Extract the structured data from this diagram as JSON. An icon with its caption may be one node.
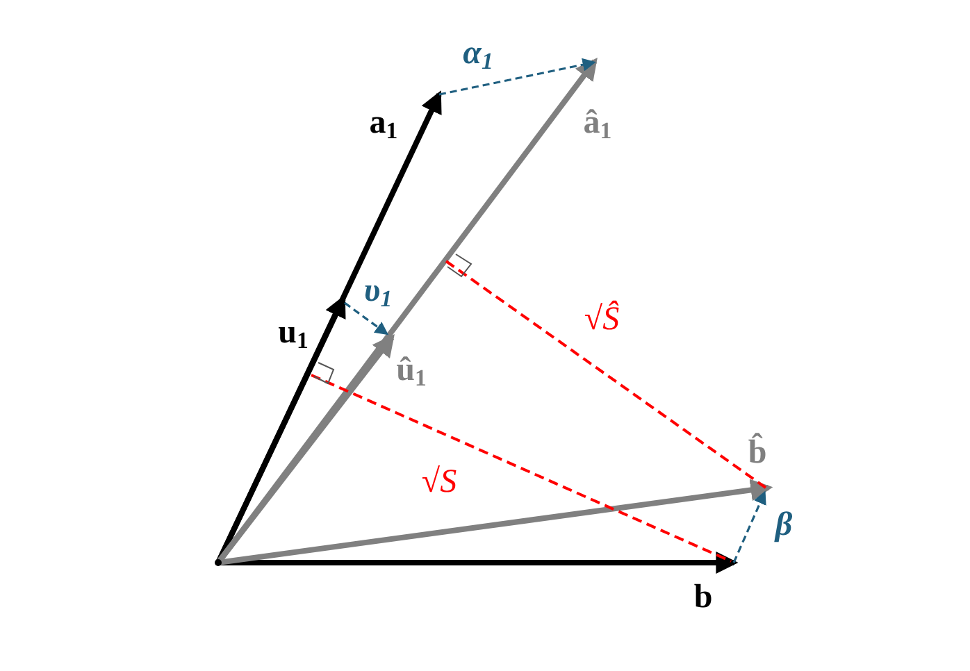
{
  "diagram": {
    "labels": [
      "α$_{1}$",
      "a$_{1}$",
      "â$_{1}$",
      "υ$_{1}$",
      "u$_{1}$",
      "û$_{1}$",
      "√Ŝ",
      "b̂",
      "√S",
      "β",
      "b"
    ]
  }
}
